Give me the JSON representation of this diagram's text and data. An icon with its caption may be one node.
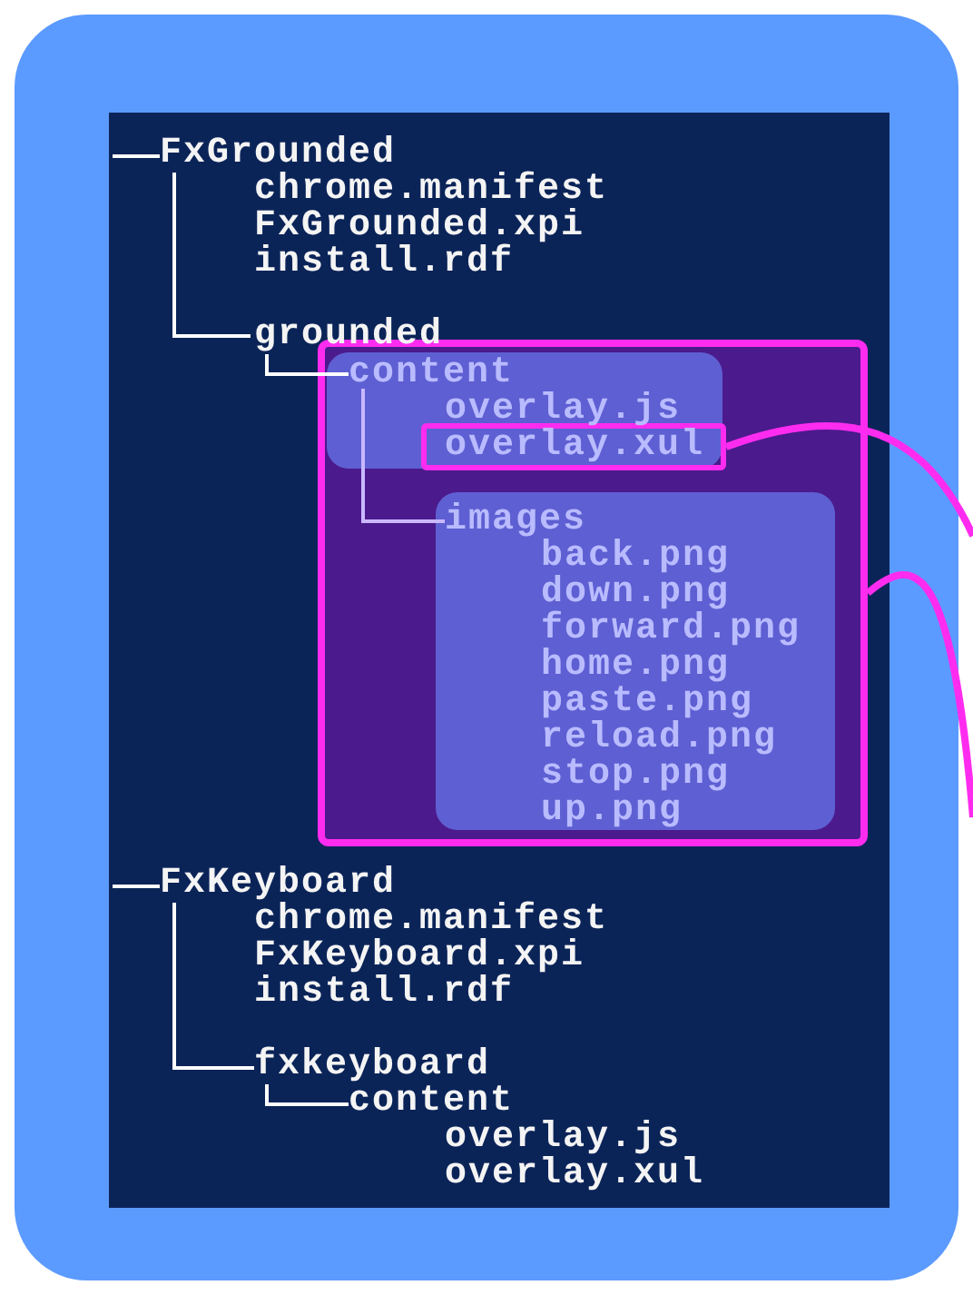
{
  "diagram": {
    "nodes": [
      {
        "text": [],
        "shape": "box"
      },
      {
        "text": [
          "content",
          "overlay.js"
        ],
        "in": 0
      },
      {
        "text": [
          "overlay.xul"
        ],
        "in": 1
      },
      {
        "text": [
          "images",
          "back.png",
          "down.png",
          "forward.png",
          "home.png",
          "paste.png",
          "reload.png",
          "stop.png",
          "up.png"
        ],
        "in": 0
      }
    ],
    "edges": [
      {
        "from": 2,
        "to": null,
        "arrow": "none"
      },
      {
        "from": 0,
        "to": null,
        "arrow": "none"
      }
    ],
    "labels": [
      "FxGrounded",
      "chrome.manifest",
      "FxGrounded.xpi",
      "install.rdf",
      "grounded",
      "FxKeyboard",
      "chrome.manifest",
      "FxKeyboard.xpi",
      "install.rdf",
      "fxkeyboard",
      "content",
      "overlay.js",
      "overlay.xul"
    ]
  }
}
